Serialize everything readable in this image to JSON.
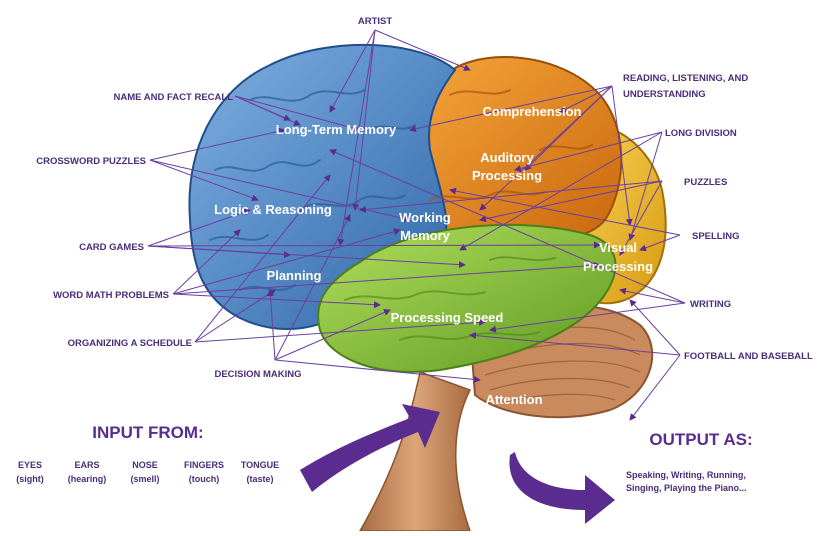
{
  "regions": {
    "long_term_memory": "Long-Term Memory",
    "comprehension": "Comprehension",
    "auditory_1": "Auditory",
    "auditory_2": "Processing",
    "logic": "Logic & Reasoning",
    "working_1": "Working",
    "working_2": "Memory",
    "visual_1": "Visual",
    "visual_2": "Processing",
    "planning": "Planning",
    "processing_speed": "Processing Speed",
    "attention": "Attention"
  },
  "activities": {
    "artist": "ARTIST",
    "name_recall": "NAME AND FACT RECALL",
    "reading_1": "READING, LISTENING, AND",
    "reading_2": "UNDERSTANDING",
    "long_division": "LONG DIVISION",
    "crossword": "CROSSWORD PUZZLES",
    "puzzles": "PUZZLES",
    "card_games": "CARD GAMES",
    "spelling": "SPELLING",
    "word_math": "WORD MATH PROBLEMS",
    "writing": "WRITING",
    "organizing": "ORGANIZING A SCHEDULE",
    "football": "FOOTBALL AND BASEBALL",
    "decision": "DECISION MAKING"
  },
  "input": {
    "heading": "INPUT FROM:",
    "senses": [
      {
        "name": "EYES",
        "detail": "(sight)"
      },
      {
        "name": "EARS",
        "detail": "(hearing)"
      },
      {
        "name": "NOSE",
        "detail": "(smell)"
      },
      {
        "name": "FINGERS",
        "detail": "(touch)"
      },
      {
        "name": "TONGUE",
        "detail": "(taste)"
      }
    ]
  },
  "output": {
    "heading": "OUTPUT AS:",
    "line1": "Speaking, Writing, Running,",
    "line2": "Singing, Playing the Piano..."
  },
  "colors": {
    "frontal": "#4f86c6",
    "temporal_orange": "#e8891e",
    "occipital_yellow": "#f2c12e",
    "green": "#8cc63f",
    "cerebellum": "#c98a5e",
    "stem": "#c98f63",
    "arrow": "#5b2c8f",
    "connector": "#6b3fa0"
  }
}
